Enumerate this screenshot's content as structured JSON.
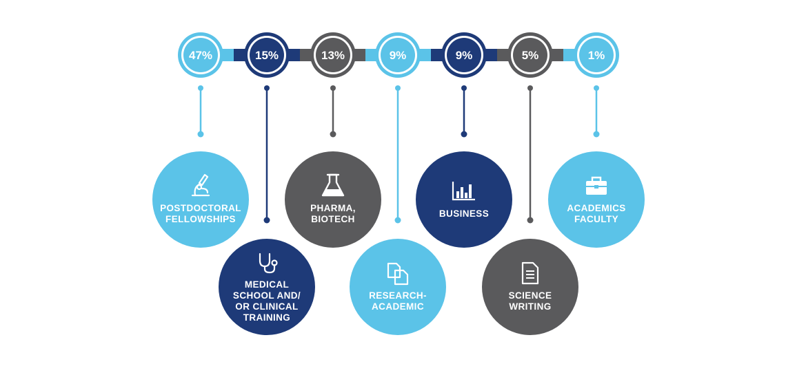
{
  "colors": {
    "light": "#5bc3e8",
    "navy": "#1e3a78",
    "gray": "#5a5a5c",
    "white": "#ffffff"
  },
  "diagram": {
    "items": [
      {
        "percent": "47%",
        "label": [
          "POSTDOCTORAL",
          "FELLOWSHIPS"
        ],
        "icon": "microscope-icon",
        "color": "light",
        "row": "upper"
      },
      {
        "percent": "15%",
        "label": [
          "MEDICAL",
          "SCHOOL AND/",
          "OR CLINICAL",
          "TRAINING"
        ],
        "icon": "stethoscope-icon",
        "color": "navy",
        "row": "lower"
      },
      {
        "percent": "13%",
        "label": [
          "PHARMA,",
          "BIOTECH"
        ],
        "icon": "flask-icon",
        "color": "gray",
        "row": "upper"
      },
      {
        "percent": "9%",
        "label": [
          "RESEARCH-",
          "ACADEMIC"
        ],
        "icon": "documents-icon",
        "color": "light",
        "row": "lower"
      },
      {
        "percent": "9%",
        "label": [
          "BUSINESS"
        ],
        "icon": "bar-chart-icon",
        "color": "navy",
        "row": "upper"
      },
      {
        "percent": "5%",
        "label": [
          "SCIENCE",
          "WRITING"
        ],
        "icon": "document-icon",
        "color": "gray",
        "row": "lower"
      },
      {
        "percent": "1%",
        "label": [
          "ACADEMICS",
          "FACULTY"
        ],
        "icon": "briefcase-icon",
        "color": "light",
        "row": "upper"
      }
    ]
  }
}
